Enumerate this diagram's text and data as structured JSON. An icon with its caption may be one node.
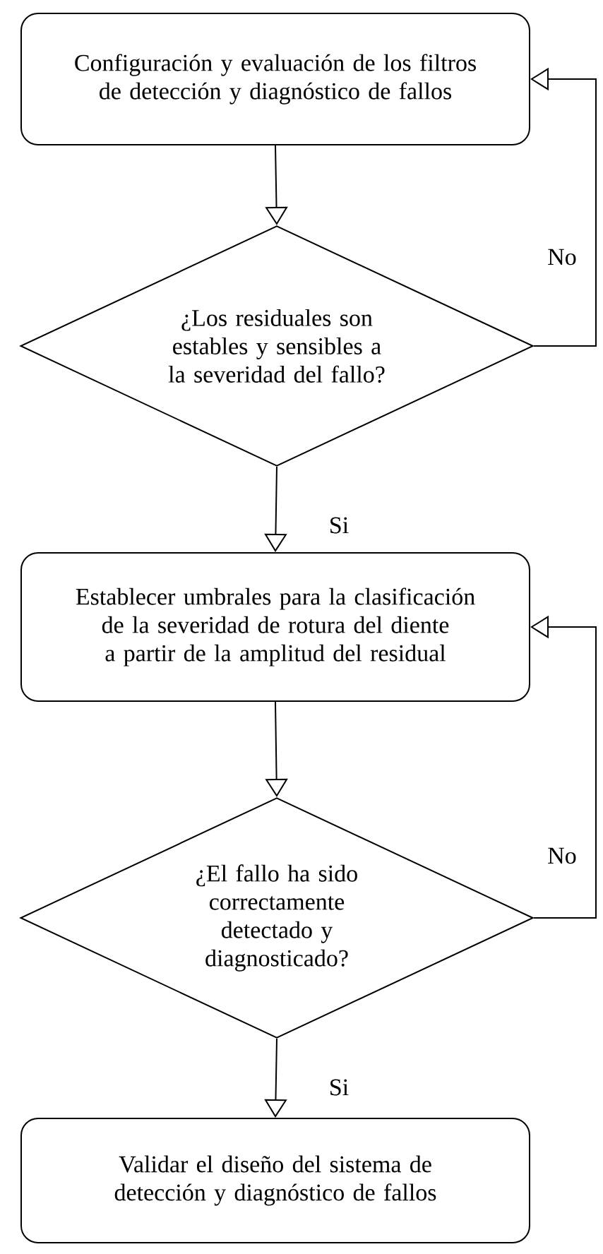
{
  "diagram": {
    "nodes": [
      {
        "text": [
          "Configuración y evaluación de los filtros de detección y diagnóstico de fallos"
        ]
      },
      {
        "text": [
          "¿Los residuales son estables y sensibles a la severidad del fallo?"
        ]
      },
      {
        "text": [
          "Establecer umbrales para la clasificación de la severidad de rotura del diente a partir de la amplitud del residual"
        ]
      },
      {
        "text": [
          "¿El fallo ha sido correctamente detectado y diagnosticado?"
        ]
      },
      {
        "text": [
          "Validar el diseño del sistema de detección y diagnóstico de fallos"
        ]
      }
    ],
    "edges": [
      {
        "from": 0,
        "to": 1,
        "arrow": "to"
      },
      {
        "from": 1,
        "to": 2,
        "arrow": "to",
        "label": "Si"
      },
      {
        "from": 2,
        "to": 3,
        "arrow": "to"
      },
      {
        "from": 3,
        "to": 4,
        "arrow": "to",
        "label": "Si"
      },
      {
        "from": 1,
        "to": 0,
        "arrow": "to",
        "label": "No"
      },
      {
        "from": 3,
        "to": 2,
        "arrow": "to",
        "label": "No"
      }
    ]
  }
}
